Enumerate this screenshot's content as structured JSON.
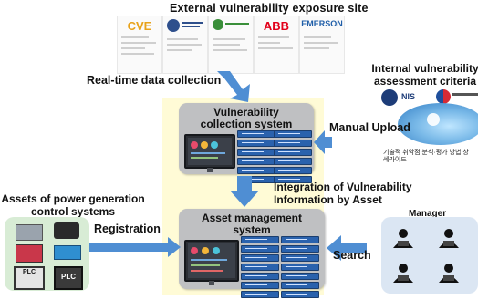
{
  "external": {
    "title": "External vulnerability exposure  site",
    "sites": [
      {
        "name": "CVE",
        "color": "#e8a21a"
      },
      {
        "name": "",
        "color": "#2e4f8c"
      },
      {
        "name": "",
        "color": "#3a8f3a"
      },
      {
        "name": "ABB",
        "color": "#e2001a"
      },
      {
        "name": "EMERSON",
        "color": "#1f5ea8"
      }
    ]
  },
  "flow": {
    "realtime": "Real-time data collection",
    "manual_upload": "Manual Upload",
    "integration": [
      "Integration of Vulnerability",
      "Information by Asset"
    ],
    "registration": "Registration",
    "search": "Search"
  },
  "internal": {
    "title_lines": [
      "Internal vulnerability",
      "assessment  criteria"
    ],
    "logo_text": "NIS",
    "report_text": "기술적 취약점 분석·평가 방법 상세가이드"
  },
  "vcs": {
    "title_lines": [
      "Vulnerability",
      "collection system"
    ]
  },
  "ams": {
    "title_lines": [
      "Asset management",
      "system"
    ]
  },
  "assets": {
    "title_lines": [
      "Assets of power generation",
      "control systems"
    ],
    "plc_labels": [
      "PLC",
      "PLC"
    ]
  },
  "manager": {
    "label": "Manager"
  },
  "colors": {
    "arrow": "#4f8ed3",
    "center_band": "#fffbd6",
    "system_box": "#bfc0c2",
    "assets_panel": "#d8ecd5",
    "manager_panel": "#dbe6f3"
  }
}
